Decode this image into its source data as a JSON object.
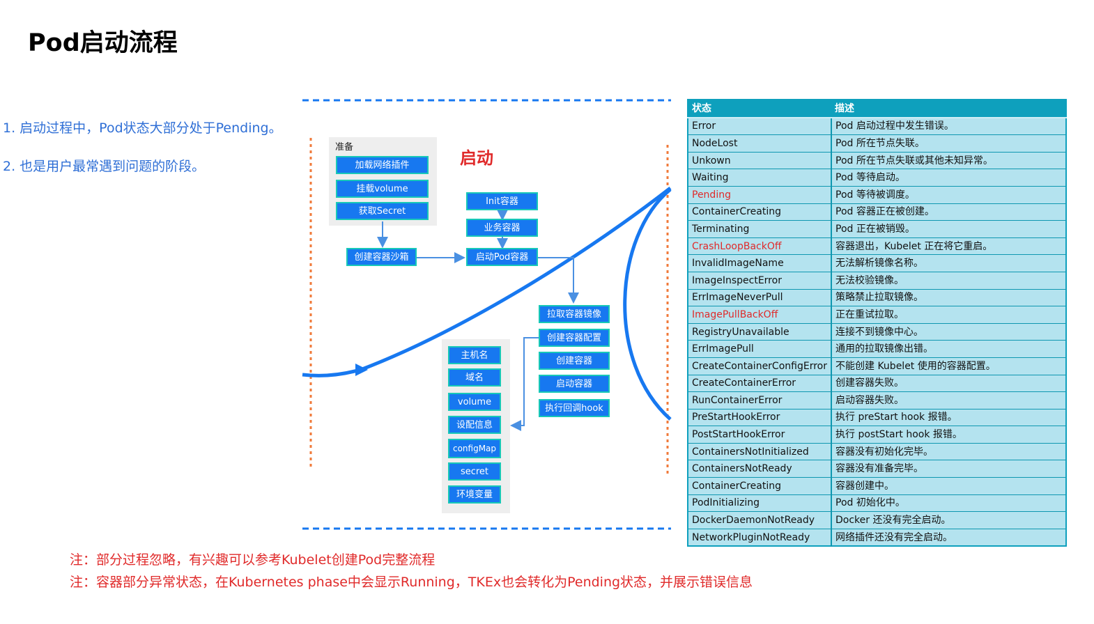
{
  "title": "Pod启动流程",
  "bullets": [
    "1.  启动过程中，Pod状态大部分处于Pending。",
    "2.    也是用户最常遇到问题的阶段。"
  ],
  "diagram": {
    "prep_label": "准备",
    "start_label": "启动",
    "prep_steps": [
      "加载网络插件",
      "挂载volume",
      "获取Secret"
    ],
    "sandbox": "创建容器沙箱",
    "init_container": "Init容器",
    "business_container": "业务容器",
    "start_pod_containers": "启动Pod容器",
    "container_steps": [
      "拉取容器镜像",
      "创建容器配置",
      "创建容器",
      "启动容器",
      "执行回调hook"
    ],
    "config_items": [
      "主机名",
      "域名",
      "volume",
      "设配信息",
      "configMap",
      "secret",
      "环境变量"
    ]
  },
  "table": {
    "headers": [
      "状态",
      "描述"
    ],
    "rows": [
      {
        "status": "Error",
        "desc": "Pod 启动过程中发生错误。",
        "highlight": false
      },
      {
        "status": "NodeLost",
        "desc": "Pod 所在节点失联。",
        "highlight": false
      },
      {
        "status": "Unkown",
        "desc": "Pod 所在节点失联或其他未知异常。",
        "highlight": false
      },
      {
        "status": "Waiting",
        "desc": "Pod 等待启动。",
        "highlight": false
      },
      {
        "status": "Pending",
        "desc": "Pod 等待被调度。",
        "highlight": true
      },
      {
        "status": "ContainerCreating",
        "desc": "Pod 容器正在被创建。",
        "highlight": false
      },
      {
        "status": "Terminating",
        "desc": "Pod 正在被销毁。",
        "highlight": false
      },
      {
        "status": "CrashLoopBackOff",
        "desc": "容器退出，Kubelet 正在将它重启。",
        "highlight": true
      },
      {
        "status": "InvalidImageName",
        "desc": "无法解析镜像名称。",
        "highlight": false
      },
      {
        "status": "ImageInspectError",
        "desc": "无法校验镜像。",
        "highlight": false
      },
      {
        "status": "ErrImageNeverPull",
        "desc": "策略禁止拉取镜像。",
        "highlight": false
      },
      {
        "status": "ImagePullBackOff",
        "desc": "正在重试拉取。",
        "highlight": true
      },
      {
        "status": "RegistryUnavailable",
        "desc": "连接不到镜像中心。",
        "highlight": false
      },
      {
        "status": "ErrImagePull",
        "desc": "通用的拉取镜像出错。",
        "highlight": false
      },
      {
        "status": "CreateContainerConfigError",
        "desc": "不能创建 Kubelet 使用的容器配置。",
        "highlight": false
      },
      {
        "status": "CreateContainerError",
        "desc": "创建容器失败。",
        "highlight": false
      },
      {
        "status": "RunContainerError",
        "desc": "启动容器失败。",
        "highlight": false
      },
      {
        "status": "PreStartHookError",
        "desc": "执行 preStart hook 报错。",
        "highlight": false
      },
      {
        "status": "PostStartHookError",
        "desc": "执行 postStart hook 报错。",
        "highlight": false
      },
      {
        "status": "ContainersNotInitialized",
        "desc": "容器没有初始化完毕。",
        "highlight": false
      },
      {
        "status": "ContainersNotReady",
        "desc": "容器没有准备完毕。",
        "highlight": false
      },
      {
        "status": "ContainerCreating",
        "desc": "容器创建中。",
        "highlight": false
      },
      {
        "status": "PodInitializing",
        "desc": "Pod 初始化中。",
        "highlight": false
      },
      {
        "status": "DockerDaemonNotReady",
        "desc": "Docker 还没有完全启动。",
        "highlight": false
      },
      {
        "status": "NetworkPluginNotReady",
        "desc": "网络插件还没有完全启动。",
        "highlight": false
      }
    ]
  },
  "notes": [
    "注：部分过程忽略，有兴趣可以参考Kubelet创建Pod完整流程",
    "注：容器部分异常状态，在Kubernetes phase中会显示Running，TKEx也会转化为Pending状态，并展示错误信息"
  ],
  "colors": {
    "accent_blue": "#1778f0",
    "text_blue": "#2f6fd6",
    "red": "#e02a2a",
    "table_header": "#0ea0bd",
    "table_cell": "#b4e3ef"
  }
}
